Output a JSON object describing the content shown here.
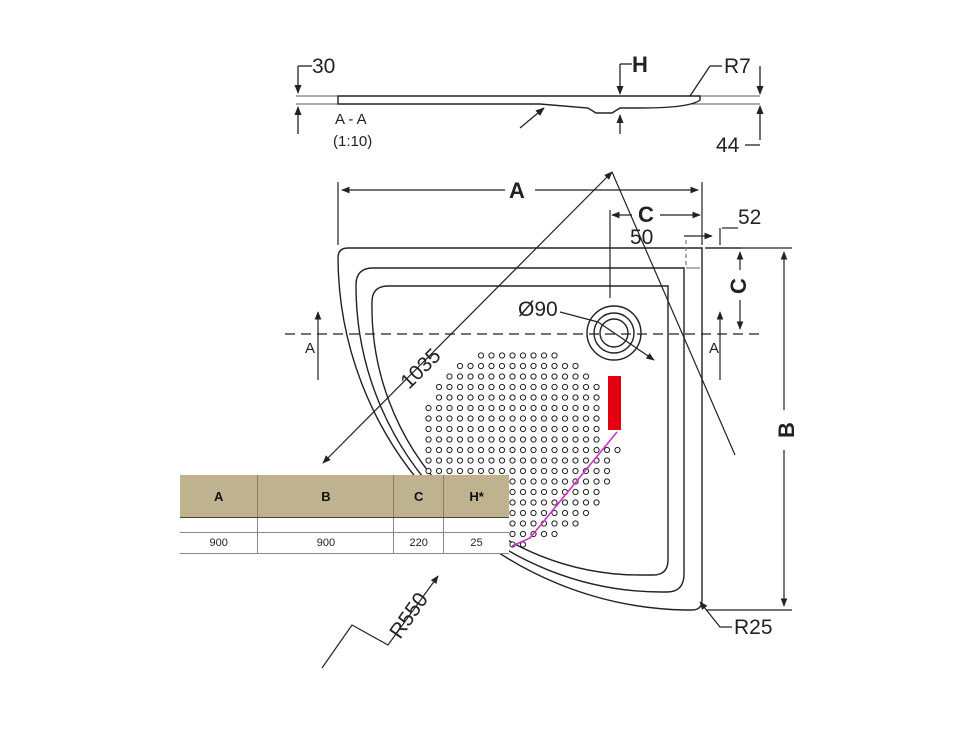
{
  "section": {
    "label": "A - A",
    "scale": "(1:10)",
    "dim_30": "30",
    "dim_h": "H",
    "dim_r7": "R7",
    "dim_44": "44"
  },
  "plan": {
    "dim_a": "A",
    "dim_b": "B",
    "dim_c_top": "C",
    "dim_c_side": "C",
    "dim_52": "52",
    "dim_50": "50",
    "dim_diag": "1035",
    "dim_drain": "Ø90",
    "dim_r550": "R550",
    "dim_r25": "R25",
    "cut_left": "A",
    "cut_right": "A"
  },
  "table": {
    "headers": [
      "A",
      "B",
      "C",
      "H*"
    ],
    "rows": [
      [
        "900",
        "900",
        "220",
        "25"
      ]
    ]
  },
  "colors": {
    "line": "#222222",
    "table_header": "#bfb28f",
    "marker_red": "#e3000f",
    "marker_magenta": "#cc33cc"
  }
}
